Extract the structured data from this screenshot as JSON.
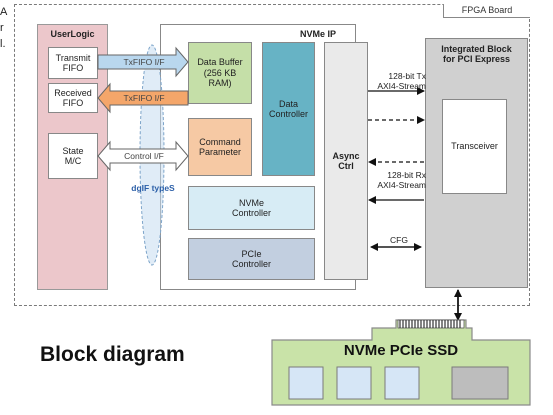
{
  "fpga_board": {
    "label": "FPGA Board"
  },
  "left_edge_fragment": {
    "line1": "A",
    "line2": "r",
    "line3": "l."
  },
  "userlogic": {
    "title": "UserLogic",
    "transmit_fifo": "Transmit\nFIFO",
    "received_fifo": "Received\nFIFO",
    "state_mc": "State\nM/C"
  },
  "interfaces": {
    "txfifo_tx": "TxFIFO I/F",
    "txfifo_rx": "TxFIFO I/F",
    "control": "Control I/F",
    "dgif": "dgIF typeS"
  },
  "nvme_ip": {
    "title": "NVMe IP",
    "data_buffer": "Data Buffer\n(256 KB\nRAM)",
    "command_parameter": "Command\nParameter",
    "data_controller": "Data\nController",
    "nvme_controller": "NVMe\nController",
    "pcie_controller": "PCIe\nController",
    "async_ctrl": "Async\nCtrl"
  },
  "buses": {
    "tx": "128-bit Tx\nAXI4-Stream",
    "rx": "128-bit Rx\nAXI4-Stream",
    "cfg": "CFG"
  },
  "pcie_block": {
    "title": "Integrated Block\nfor PCI Express",
    "transceiver": "Transceiver"
  },
  "caption": "Block diagram",
  "ssd": {
    "label": "NVMe PCIe SSD"
  }
}
